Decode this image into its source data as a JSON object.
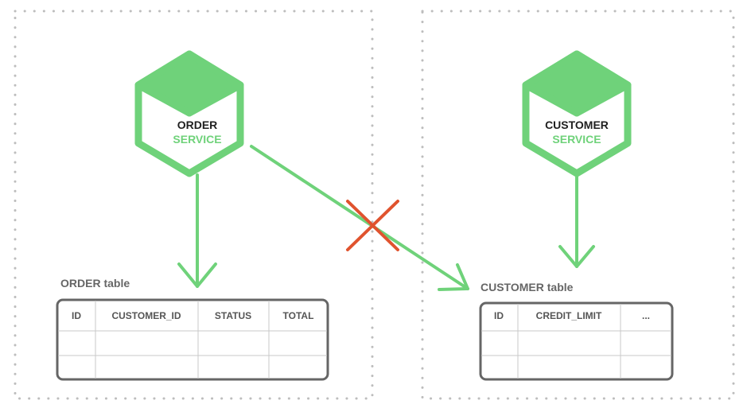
{
  "colors": {
    "service_green": "#6fd27a",
    "service_text": "#1f1f1f",
    "blocked_red": "#e0532e",
    "table_border": "#666666",
    "boundary_dots": "#bdbdbd"
  },
  "order_service": {
    "name": "ORDER",
    "type": "SERVICE",
    "icon": "hexagon-cube-icon"
  },
  "customer_service": {
    "name": "CUSTOMER",
    "type": "SERVICE",
    "icon": "hexagon-cube-icon"
  },
  "order_table": {
    "label": "ORDER table",
    "columns": [
      "ID",
      "CUSTOMER_ID",
      "STATUS",
      "TOTAL"
    ]
  },
  "customer_table": {
    "label": "CUSTOMER table",
    "columns": [
      "ID",
      "CREDIT_LIMIT",
      "..."
    ]
  },
  "blocked_access_icon": "x-mark-icon"
}
